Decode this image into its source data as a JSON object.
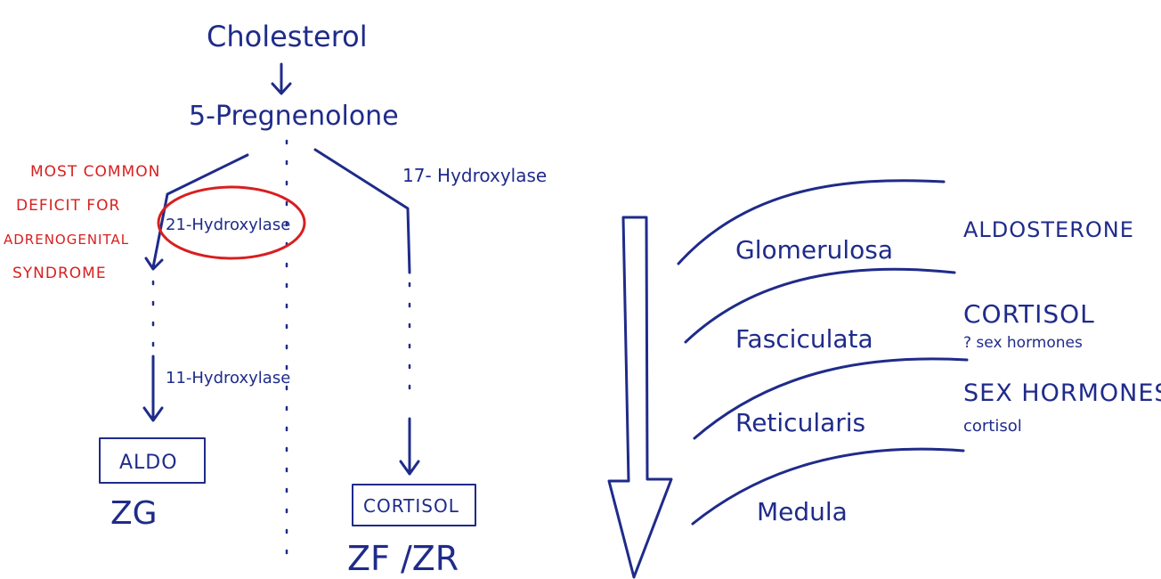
{
  "pathway": {
    "cholesterol": "Cholesterol",
    "pregnenolone": "5-Pregnenolone",
    "enzyme_17": "17- Hydroxylase",
    "enzyme_21": "21-Hydroxylase",
    "enzyme_11": "11-Hydroxylase",
    "aldo": "ALDO",
    "aldo_zone": "ZG",
    "cortisol": "CORTISOL",
    "cortisol_zone": "ZF /ZR"
  },
  "note": {
    "lines": [
      "MOST COMMON",
      "DEFICIT FOR",
      "ADRENOGENITAL",
      "SYNDROME"
    ],
    "color": "#d81f1f"
  },
  "zones": {
    "glomerulosa": "Glomerulosa",
    "fasciculata": "Fasciculata",
    "reticularis": "Reticularis",
    "medula": "Medula"
  },
  "products": {
    "aldosterone": "ALDOSTERONE",
    "cortisol_main": "CORTISOL",
    "cortisol_sub": "? sex hormones",
    "sex_main": "SEX HORMONES",
    "sex_sub": "cortisol"
  },
  "ink_color": "#1f2b8a"
}
